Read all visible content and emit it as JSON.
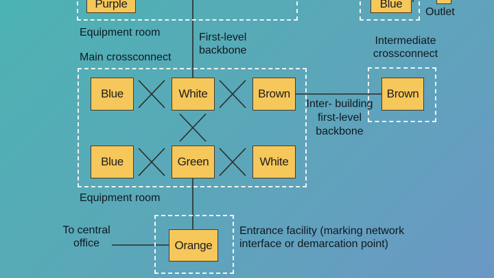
{
  "colors": {
    "box_fill": "#f6c75a",
    "box_border": "#4a3a20",
    "dashed_border": "#f4f4f4",
    "line": "#2b2b2b",
    "background_start": "#4cb3b3",
    "background_end": "#6b98c4"
  },
  "labels": {
    "equipment_room_top": "Equipment room",
    "first_level_backbone": "First-level backbone",
    "main_crossconnect": "Main crossconnect",
    "intermediate_crossconnect": "Intermediate crossconnect",
    "outlet": "Outlet",
    "inter_building_backbone": "Inter- building first-level backbone",
    "equipment_room_bottom": "Equipment room",
    "to_central_office": "To central office",
    "entrance_facility": "Entrance facility (marking network interface or demarcation point)"
  },
  "boxes": {
    "top_left_partial": "Purple",
    "top_right_partial": "Blue",
    "main_top_left": "Blue",
    "main_top_center": "White",
    "main_top_right": "Brown",
    "main_bottom_left": "Blue",
    "main_bottom_center": "Green",
    "main_bottom_right": "White",
    "intermediate": "Brown",
    "entrance": "Orange"
  }
}
